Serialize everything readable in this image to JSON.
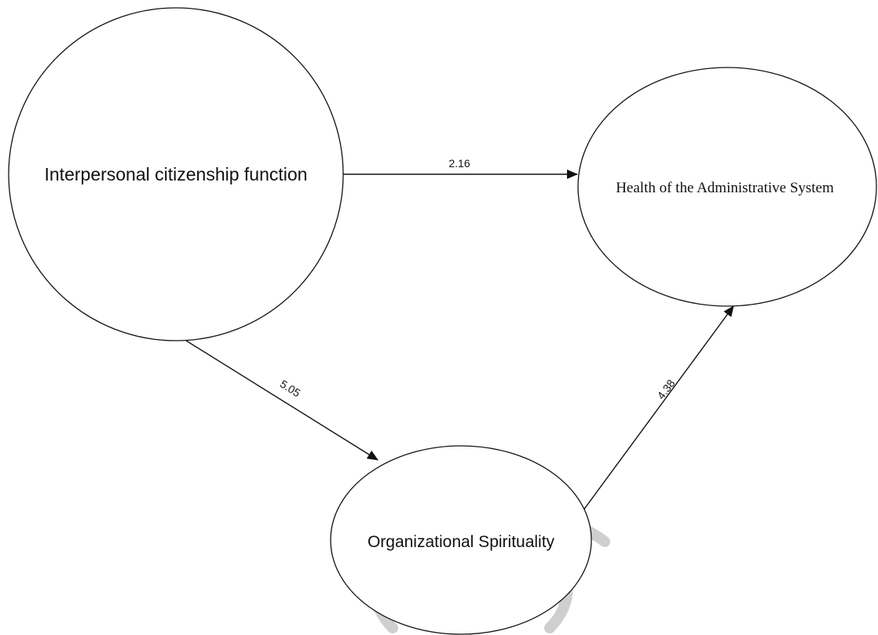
{
  "nodes": {
    "interpersonal": {
      "label": "Interpersonal citizenship function"
    },
    "health": {
      "label": "Health of the Administrative System"
    },
    "spirituality": {
      "label": "Organizational Spirituality"
    }
  },
  "edges": [
    {
      "from": "interpersonal",
      "to": "health",
      "label": "2.16"
    },
    {
      "from": "interpersonal",
      "to": "spirituality",
      "label": "5.05"
    },
    {
      "from": "spirituality",
      "to": "health",
      "label": "4.38"
    }
  ],
  "colors": {
    "stroke": "#111111",
    "watermark": "#cfcfcf"
  }
}
